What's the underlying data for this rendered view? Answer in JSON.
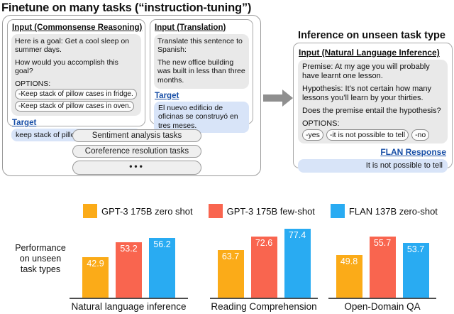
{
  "colors": {
    "link_blue": "#174EA6",
    "arrow_gray": "#8F8F8F"
  },
  "finetune_section": {
    "title": "Finetune on many tasks (“instruction-tuning”)",
    "card_commonsense": {
      "header": "Input (Commonsense Reasoning)",
      "line1": "Here is a goal: Get a cool sleep on summer days.",
      "line2": "How would you accomplish this goal?",
      "options_label": "OPTIONS:",
      "options": [
        "-Keep stack of pillow cases in fridge.",
        "-Keep stack of pillow cases in oven."
      ],
      "target_label": "Target",
      "target_text": "keep stack of pillow cases in fridge"
    },
    "card_translation": {
      "header": "Input (Translation)",
      "line1": "Translate this sentence to Spanish:",
      "line2": "The new office building was built in less than three months.",
      "target_label": "Target",
      "target_text": "El nuevo edificio de oficinas se construyó en tres meses."
    },
    "task_pills": [
      "Sentiment analysis tasks",
      "Coreference resolution tasks",
      "•••"
    ]
  },
  "inference_section": {
    "title": "Inference on unseen task type",
    "card_nli": {
      "header": "Input (Natural Language Inference)",
      "line1": "Premise: At my age you will probably have learnt one lesson.",
      "line2": "Hypothesis: It’s not certain how many lessons you’ll learn by your thirties.",
      "line3": "Does the premise entail the hypothesis?",
      "options_label": "OPTIONS:",
      "options": [
        "-yes",
        "-it is not possible to tell",
        "-no"
      ],
      "response_label": "FLAN Response",
      "response_text": "It is not possible to tell"
    }
  },
  "chart_data": {
    "type": "bar",
    "title": "",
    "ylabel_lines": [
      "Performance",
      "on unseen",
      "task types"
    ],
    "categories": [
      "Natural language inference",
      "Reading Comprehension",
      "Open-Domain QA"
    ],
    "series": [
      {
        "name": "GPT-3 175B zero shot",
        "color": "#FBAB18",
        "values": [
          42.9,
          63.7,
          49.8
        ]
      },
      {
        "name": "GPT-3 175B few-shot",
        "color": "#F9654F",
        "values": [
          53.2,
          72.6,
          55.7
        ]
      },
      {
        "name": "FLAN 137B zero-shot",
        "color": "#29ABF2",
        "values": [
          56.2,
          77.4,
          53.7
        ]
      }
    ],
    "group_ylims": [
      [
        15,
        62
      ],
      [
        33,
        77
      ],
      [
        36,
        58
      ]
    ],
    "legend_position": "top",
    "grid": false,
    "value_labels": "inside-top, white"
  }
}
